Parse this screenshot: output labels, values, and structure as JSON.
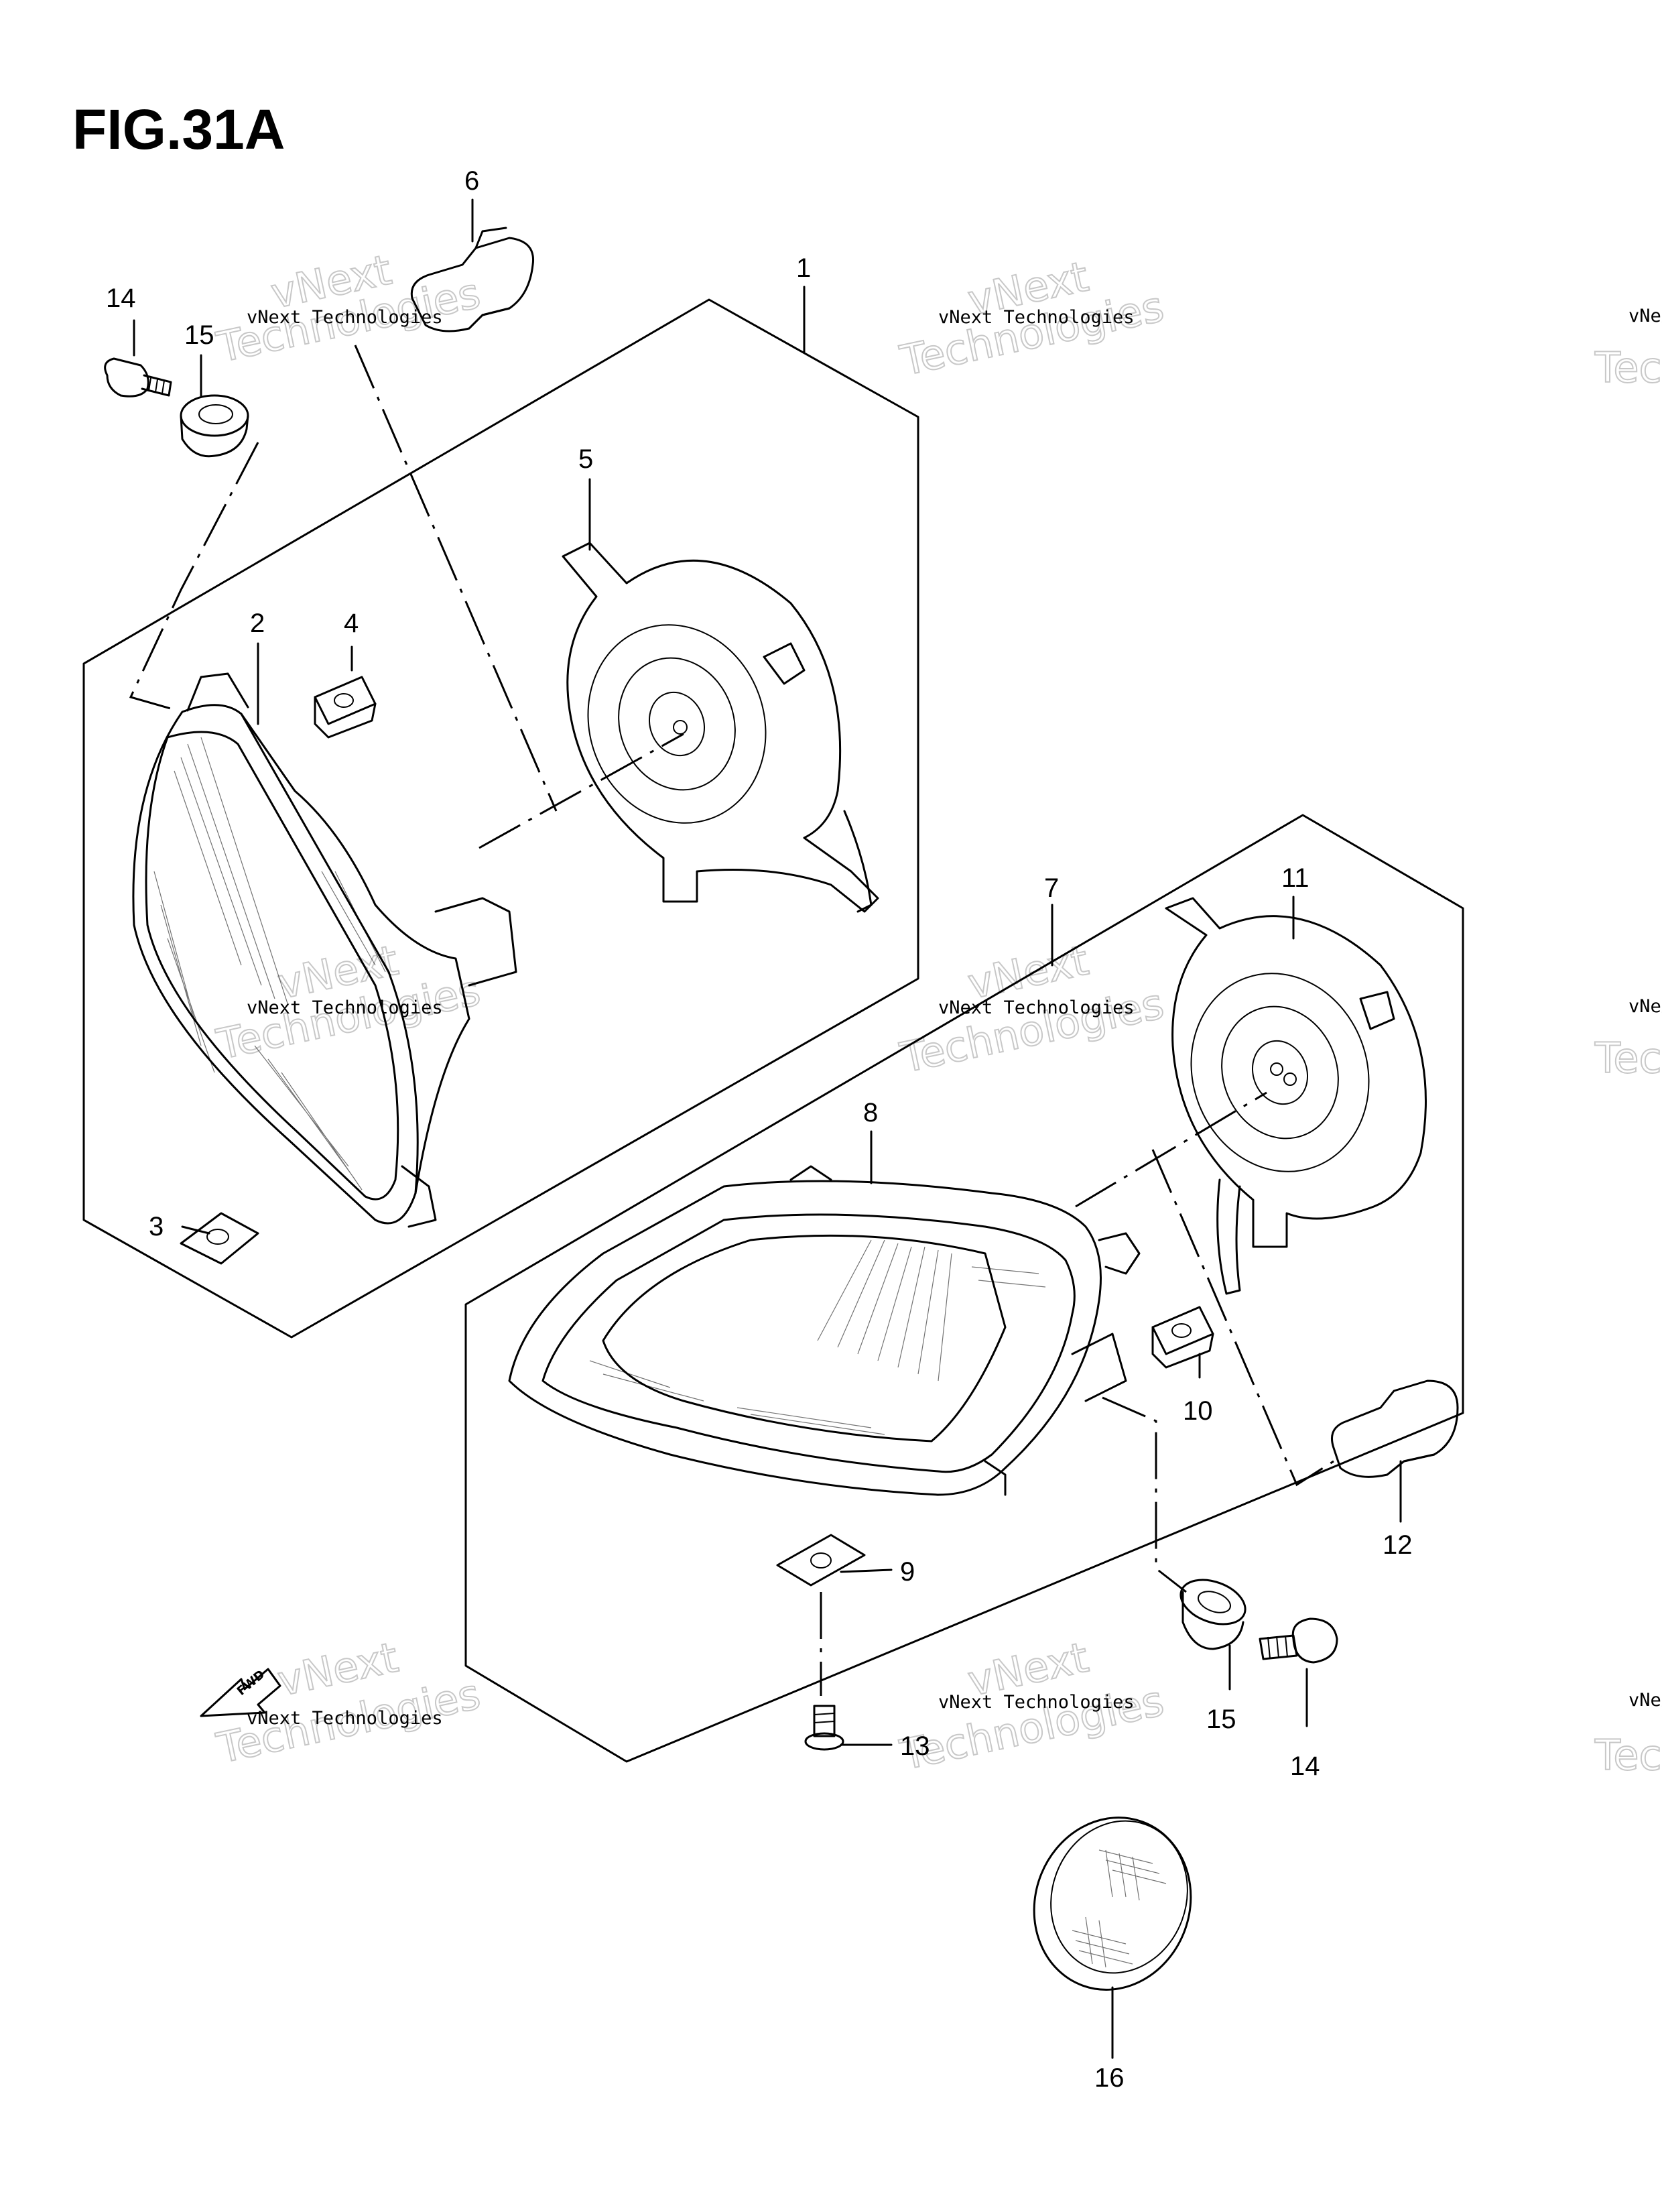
{
  "figure": {
    "title": "FIG.31A"
  },
  "watermark": {
    "line1": "vNext Technologies",
    "line2": "vNext",
    "line3": "Technologies"
  },
  "parts": [
    {
      "number": "1"
    },
    {
      "number": "2"
    },
    {
      "number": "3"
    },
    {
      "number": "4"
    },
    {
      "number": "5"
    },
    {
      "number": "6"
    },
    {
      "number": "7"
    },
    {
      "number": "8"
    },
    {
      "number": "9"
    },
    {
      "number": "10"
    },
    {
      "number": "11"
    },
    {
      "number": "12"
    },
    {
      "number": "13"
    },
    {
      "number": "14"
    },
    {
      "number": "15"
    },
    {
      "number": "14"
    },
    {
      "number": "15"
    },
    {
      "number": "16"
    }
  ],
  "fwd_arrow": {
    "label": "FWD"
  }
}
